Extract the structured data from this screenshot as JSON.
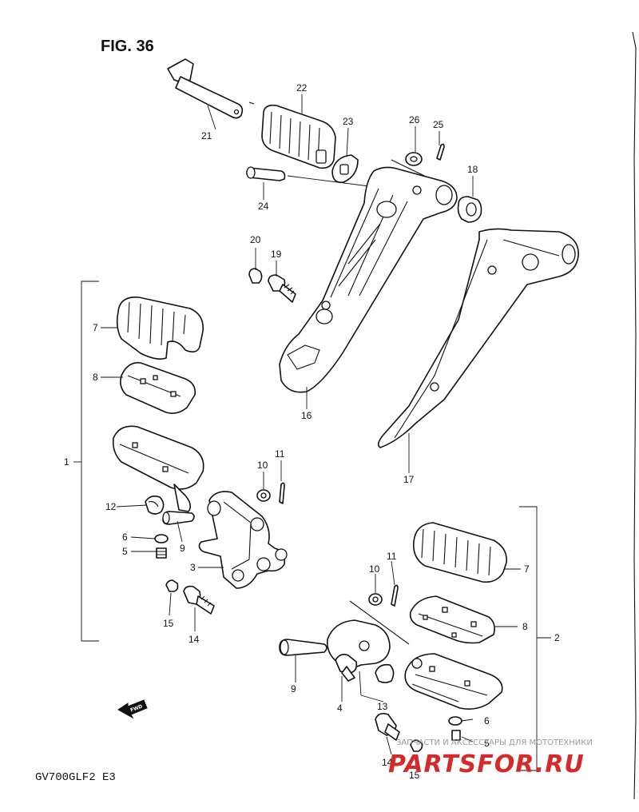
{
  "figure": {
    "title": "FIG. 36",
    "model": "GV700GLF2  E3"
  },
  "callouts": {
    "c1": "1",
    "c2": "2",
    "c3": "3",
    "c4": "4",
    "c5a": "5",
    "c5b": "5",
    "c6a": "6",
    "c6b": "6",
    "c7a": "7",
    "c7b": "7",
    "c8a": "8",
    "c8b": "8",
    "c9a": "9",
    "c9b": "9",
    "c10a": "10",
    "c10b": "10",
    "c11a": "11",
    "c11b": "11",
    "c12": "12",
    "c13": "13",
    "c14a": "14",
    "c14b": "14",
    "c15a": "15",
    "c15b": "15",
    "c16": "16",
    "c17": "17",
    "c18": "18",
    "c19": "19",
    "c20": "20",
    "c21": "21",
    "c22": "22",
    "c23": "23",
    "c24": "24",
    "c25": "25",
    "c26": "26"
  },
  "fwd_label": "FWD",
  "watermark": {
    "caption": "ЗАПЧАСТИ И АКСЕССУАРЫ ДЛЯ МОТОТЕХНИКИ",
    "brand": "PARTSFOR.RU"
  }
}
